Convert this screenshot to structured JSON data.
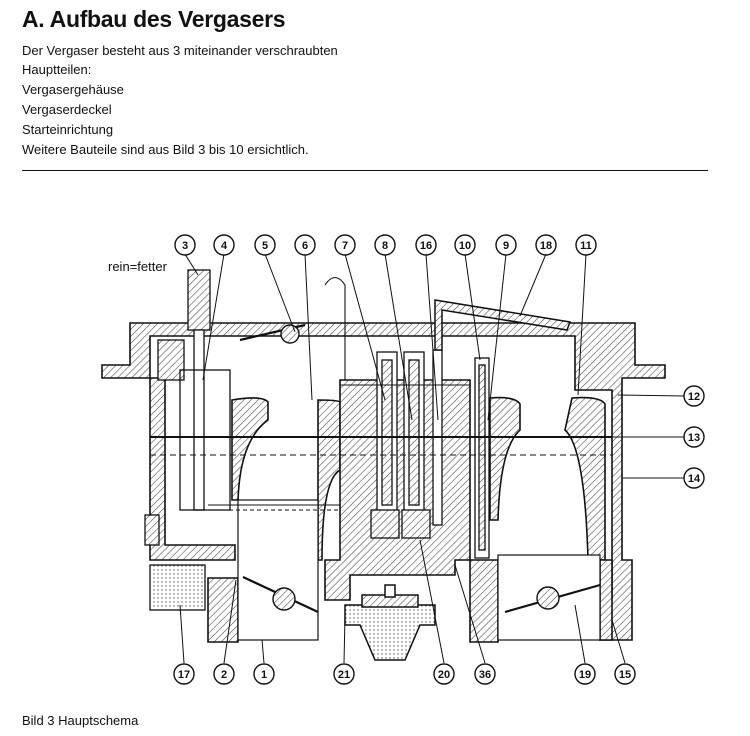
{
  "heading": "A. Aufbau des Vergasers",
  "intro": {
    "line1": "Der Vergaser besteht aus 3 miteinander verschraubten",
    "line2": "Hauptteilen:",
    "part1": "Vergasergehäuse",
    "part2": "Vergaserdeckel",
    "part3": "Starteinrichtung",
    "note": "Weitere Bauteile sind aus Bild 3 bis 10 ersichtlich."
  },
  "diagram": {
    "adjust_label": "rein=fetter",
    "callouts": {
      "c3": "3",
      "c4": "4",
      "c5": "5",
      "c6": "6",
      "c7": "7",
      "c8": "8",
      "c16": "16",
      "c10": "10",
      "c9": "9",
      "c18": "18",
      "c11": "11",
      "c12": "12",
      "c13": "13",
      "c14": "14",
      "c17": "17",
      "c2": "2",
      "c1": "1",
      "c21": "21",
      "c20": "20",
      "c36": "36",
      "c19": "19",
      "c15": "15"
    }
  },
  "caption": "Bild 3 Hauptschema",
  "colors": {
    "ink": "#111111",
    "hatch": "#444444",
    "paper": "#ffffff"
  }
}
